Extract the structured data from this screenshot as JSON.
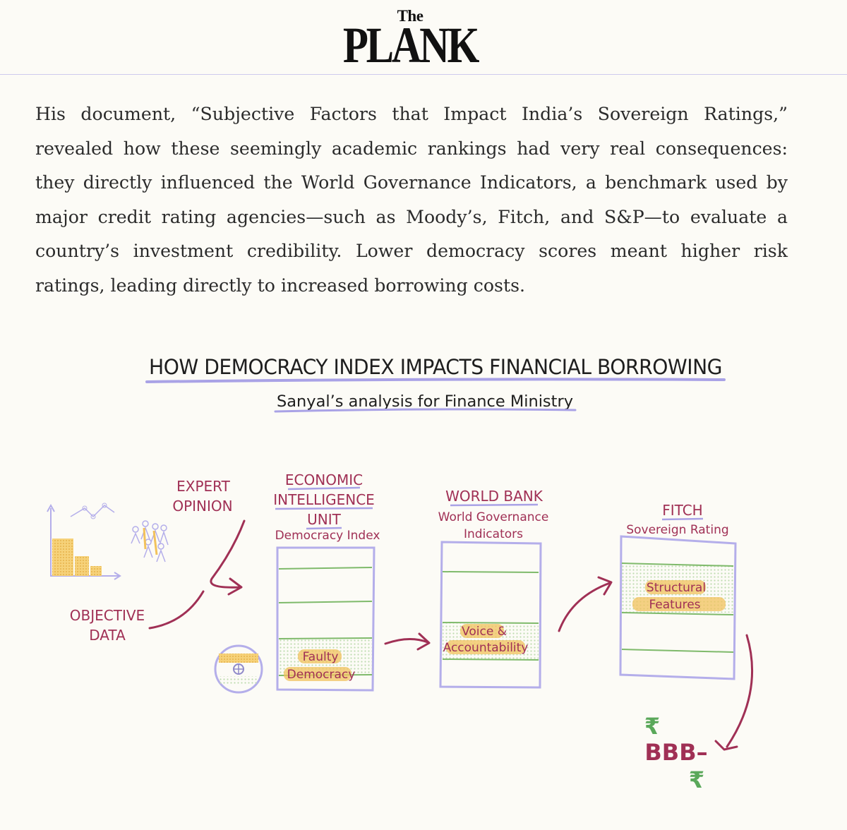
{
  "masthead": {
    "logo_small": "The",
    "logo_main": "PLANK"
  },
  "article": {
    "paragraph": "His document, “Subjective Factors that Impact India’s Sovereign Ratings,” revealed how these seemingly academic rankings had very real consequences: they directly influenced the World Governance Indicators, a benchmark used by major credit rating agencies—such as Moody’s, Fitch, and S&P—to evaluate a country’s investment credibility. Lower democracy scores meant higher risk ratings, leading directly to increased borrowing costs."
  },
  "diagram": {
    "title": "HOW DEMOCRACY INDEX IMPACTS FINANCIAL BORROWING",
    "subtitle": "Sanyal’s analysis for Finance Ministry",
    "sources": {
      "expert_line1": "EXPERT",
      "expert_line2": "OPINION",
      "objective_line1": "OBJECTIVE",
      "objective_line2": "DATA"
    },
    "eiu": {
      "name_line1": "ECONOMIC",
      "name_line2": "INTELLIGENCE",
      "name_line3": "UNIT",
      "sub": "Democracy Index",
      "highlight_line1": "Faulty",
      "highlight_line2": "Democracy"
    },
    "world_bank": {
      "name": "WORLD BANK",
      "sub_line1": "World Governance",
      "sub_line2": "Indicators",
      "highlight_line1": "Voice &",
      "highlight_line2": "Accountability"
    },
    "fitch": {
      "name": "FITCH",
      "sub": "Sovereign Rating",
      "highlight_line1": "Structural",
      "highlight_line2": "Features"
    },
    "result": {
      "rating": "BBB–",
      "currency_symbol": "₹"
    },
    "colors": {
      "title_ink": "#1e1e1e",
      "underline": "#a9a2e6",
      "maroon": "#a03055",
      "box": "#b4aeea",
      "green": "#7fba6b",
      "yellow": "#f2c25c",
      "rupee_green": "#5aa85a"
    }
  }
}
